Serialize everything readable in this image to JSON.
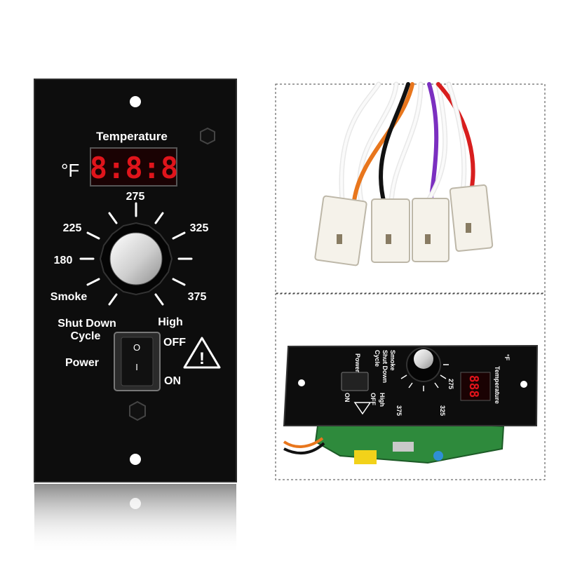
{
  "panel": {
    "temperature_label": "Temperature",
    "unit": "°F",
    "display_digits": "8:8:8",
    "dial_labels": [
      "275",
      "225",
      "325",
      "180",
      "Smoke",
      "375",
      "Shut Down",
      "Cycle",
      "High"
    ],
    "switch_labels": {
      "off": "OFF",
      "on": "ON",
      "power": "Power",
      "off_symbol": "O",
      "on_symbol": "I"
    },
    "warning_symbol": "!"
  },
  "inset_board": {
    "temperature_label": "Temperature",
    "unit": "°F",
    "labels": [
      "Smoke",
      "Shut Down",
      "Cycle",
      "Power",
      "ON",
      "OFF",
      "High",
      "275",
      "325",
      "375"
    ]
  },
  "colors": {
    "panel": "#0d0d0d",
    "display_red": "#e0141b",
    "knob_silver": "#d9d9d9",
    "wire_white": "#f4f4f4",
    "wire_orange": "#e8761d",
    "wire_purple": "#7b2fc0",
    "wire_red": "#d81e1e",
    "pcb_green": "#2e8a3c"
  }
}
